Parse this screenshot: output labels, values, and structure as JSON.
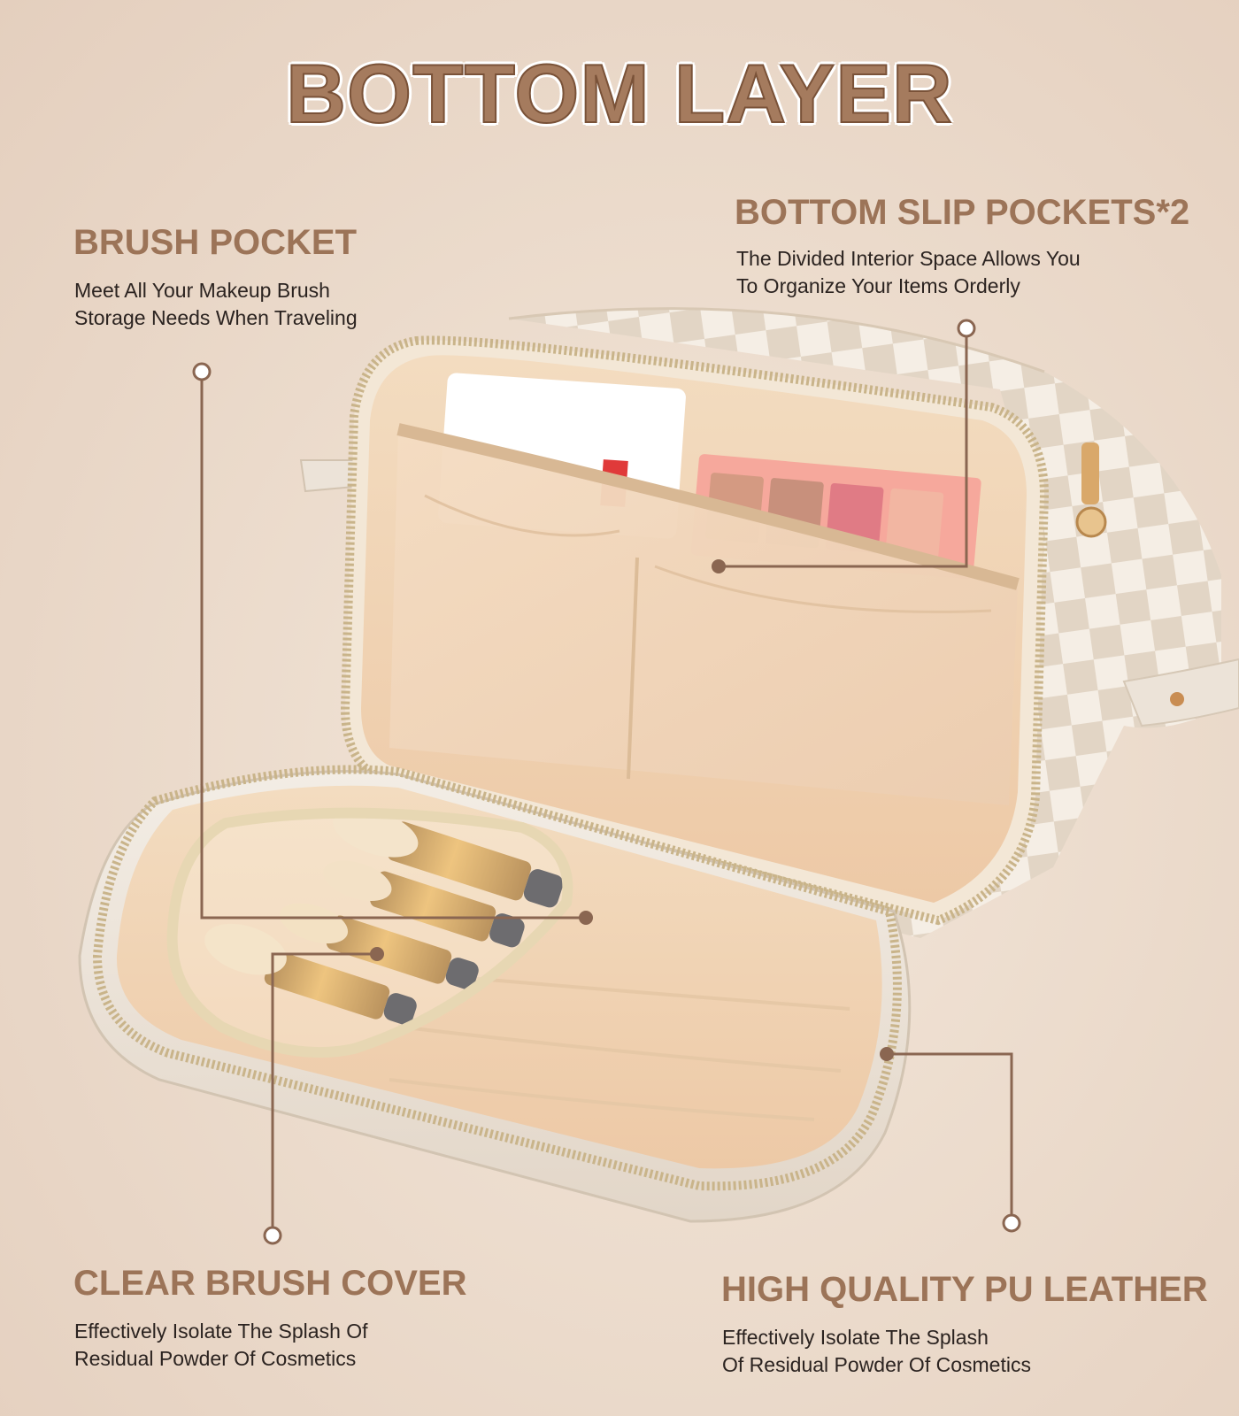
{
  "title": "BOTTOM LAYER",
  "callouts": {
    "brush_pocket": {
      "heading": "BRUSH POCKET",
      "lines": [
        "Meet All Your Makeup Brush",
        "Storage Needs When Traveling"
      ]
    },
    "bottom_slip_pockets": {
      "heading": "BOTTOM SLIP POCKETS*2",
      "lines": [
        "The Divided Interior Space Allows You",
        "To Organize Your Items Orderly"
      ]
    },
    "clear_brush_cover": {
      "heading": "CLEAR BRUSH COVER",
      "lines": [
        "Effectively Isolate The Splash Of",
        "Residual Powder Of Cosmetics"
      ]
    },
    "pu_leather": {
      "heading": "HIGH QUALITY PU LEATHER",
      "lines": [
        "Effectively Isolate The Splash",
        "Of Residual Powder Of Cosmetics"
      ]
    }
  },
  "colors": {
    "background": "#ecdccd",
    "heading": "#9c7458",
    "title_fill": "#a57b5e",
    "leader_line": "#8a6651",
    "bag_lining": "#f1d3b3",
    "bag_shell": "#eee6dc",
    "checker_light": "#f4ece2",
    "checker_dark": "#e0d3c3",
    "zipper": "#c9b48a"
  }
}
